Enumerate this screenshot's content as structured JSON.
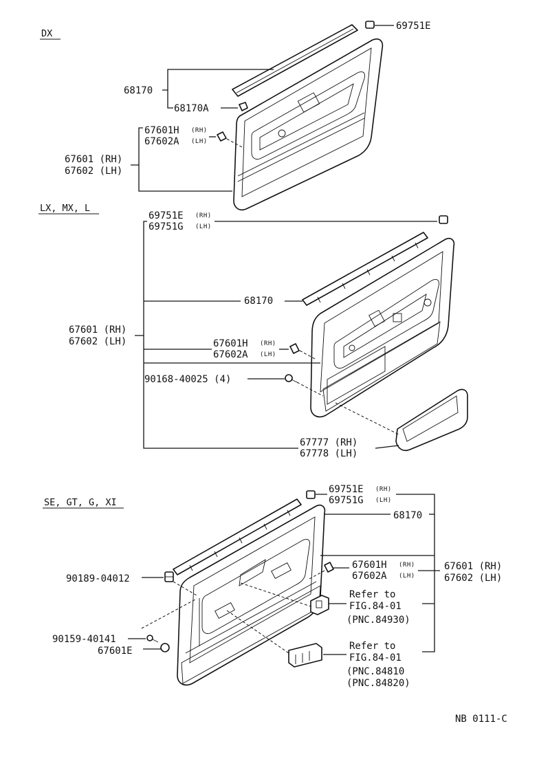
{
  "sections": {
    "dx": "DX",
    "lx": "LX, MX, L",
    "se": "SE, GT, G, XI"
  },
  "dx": {
    "p69751e": "69751E",
    "p68170": "68170",
    "p68170a": "68170A",
    "p67601h": "67601H",
    "p67601h_side": "(RH)",
    "p67602a": "67602A",
    "p67602a_side": "(LH)",
    "p67601": "67601 (RH)",
    "p67602": "67602 (LH)"
  },
  "lx": {
    "p69751e": "69751E",
    "p69751e_side": "(RH)",
    "p69751g": "69751G",
    "p69751g_side": "(LH)",
    "p68170": "68170",
    "p67601": "67601 (RH)",
    "p67602": "67602 (LH)",
    "p67601h": "67601H",
    "p67601h_side": "(RH)",
    "p67602a": "67602A",
    "p67602a_side": "(LH)",
    "p90168": "90168-40025 (4)",
    "p67777": "67777 (RH)",
    "p67778": "67778 (LH)"
  },
  "se": {
    "p69751e": "69751E",
    "p69751e_side": "(RH)",
    "p69751g": "69751G",
    "p69751g_side": "(LH)",
    "p68170": "68170",
    "p90189": "90189-04012",
    "p67601h": "67601H",
    "p67601h_side": "(RH)",
    "p67602a": "67602A",
    "p67602a_side": "(LH)",
    "p67601": "67601 (RH)",
    "p67602": "67602 (LH)",
    "refer1": "Refer to",
    "fig1": "FIG.84-01",
    "pnc1": "(PNC.84930)",
    "p90159": "90159-40141",
    "p67601e": "67601E",
    "refer2": "Refer to",
    "fig2": "FIG.84-01",
    "pnc2": "(PNC.84810",
    "pnc3": "(PNC.84820)"
  },
  "footer": "NB 0111-C"
}
